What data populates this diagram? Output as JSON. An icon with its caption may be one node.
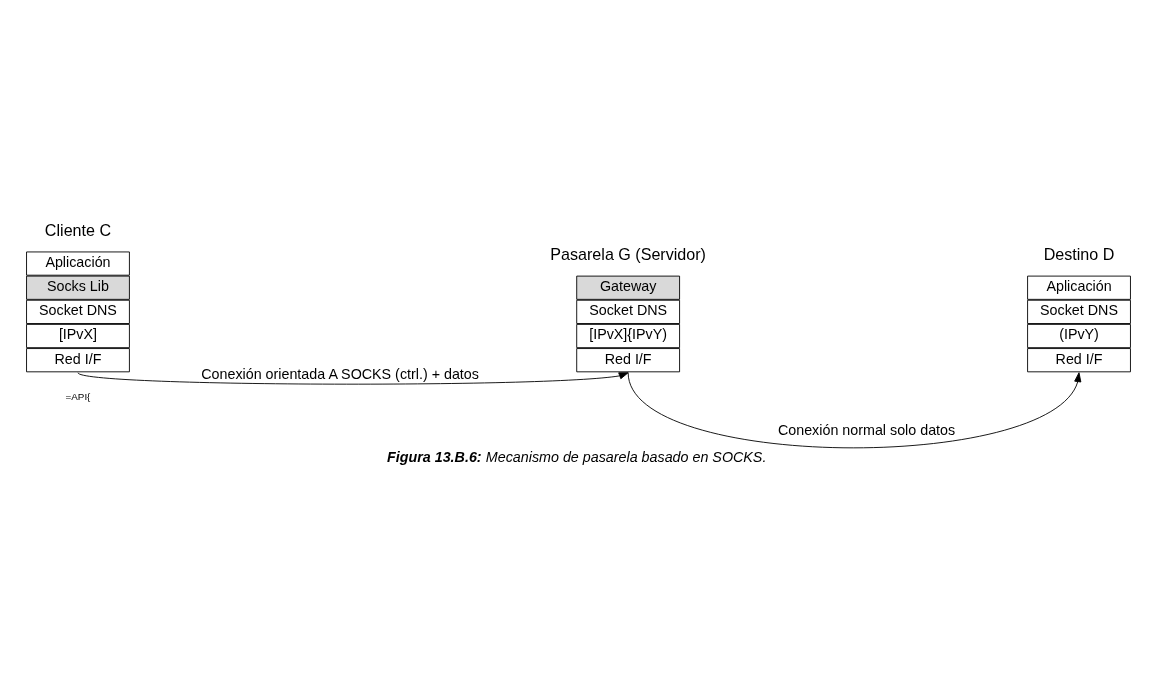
{
  "diagram": {
    "caption": "**Figura 13.B.6:** Mecanismo de pasarela basado en SOCKS.",
    "nodes": [
      {
        "text": [
          "Aplicación"
        ],
        "beside": [
          "Cliente C"
        ]
      },
      {
        "text": [
          "Socks Lib"
        ]
      },
      {
        "text": [
          "Socket DNS"
        ]
      },
      {
        "text": [
          "[IPvX]"
        ]
      },
      {
        "text": [
          "Red I/F"
        ]
      },
      {
        "text": [
          "Gateway"
        ],
        "beside": [
          "Pasarela G (Servidor)"
        ]
      },
      {
        "text": [
          "Socket DNS"
        ]
      },
      {
        "text": [
          "[IPvX]{IPvY)"
        ]
      },
      {
        "text": [
          "Red I/F"
        ]
      },
      {
        "text": [
          "Aplicación"
        ],
        "beside": [
          "Destino D"
        ]
      },
      {
        "text": [
          "Socket DNS"
        ]
      },
      {
        "text": [
          "(IPvY)"
        ]
      },
      {
        "text": [
          "Red I/F"
        ]
      }
    ],
    "edges": [
      {
        "from": 4,
        "to": 8,
        "arrow": "to",
        "label": "Conexión orientada A SOCKS (ctrl.) + datos"
      },
      {
        "from": 8,
        "to": 12,
        "arrow": "to",
        "label": "Conexión normal solo datos"
      }
    ],
    "labels": [
      "=API{"
    ]
  }
}
